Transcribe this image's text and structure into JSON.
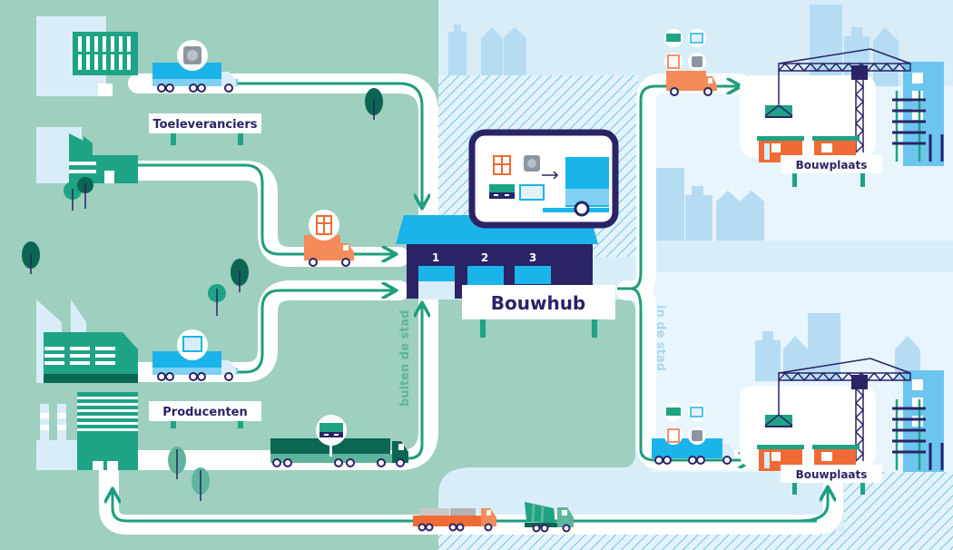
{
  "labels": {
    "toeleveranciers": "Toeleveranciers",
    "producenten": "Producenten",
    "bouwhub": "Bouwhub",
    "bouwplaats_top": "Bouwplaats",
    "bouwplaats_bottom": "Bouwplaats",
    "outside_city": "buiten de stad",
    "in_city": "in de stad"
  },
  "docks": [
    "1",
    "2",
    "3"
  ],
  "colors": {
    "outside_bg": "#9ecfbf",
    "city_bg": "#d6ecf9",
    "road": "#ffffff",
    "route_line": "#1e9e7e",
    "navy": "#2a2366",
    "orange": "#f06a35",
    "blue": "#1ab4ea",
    "dark_green": "#0b6652"
  }
}
